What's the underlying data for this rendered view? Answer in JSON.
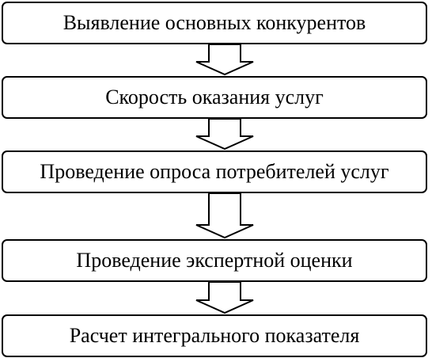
{
  "flowchart": {
    "steps": [
      {
        "label": "Выявление основных конкурентов"
      },
      {
        "label": "Скорость оказания услуг"
      },
      {
        "label": "Проведение опроса потребителей услуг"
      },
      {
        "label": "Проведение экспертной оценки"
      },
      {
        "label": "Расчет интегрального показателя"
      }
    ]
  },
  "colors": {
    "stroke": "#000000",
    "background": "#ffffff"
  }
}
